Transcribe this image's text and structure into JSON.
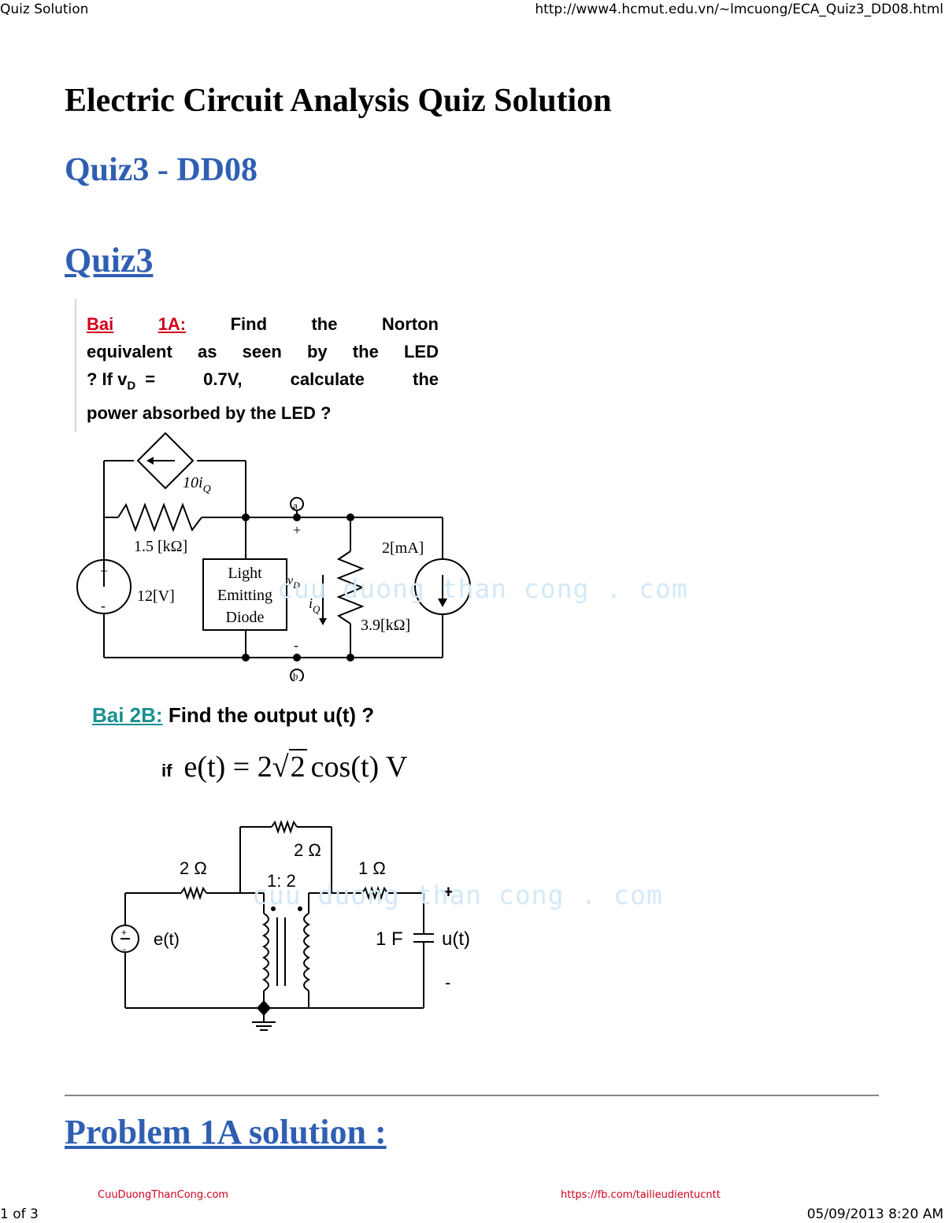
{
  "print_header": {
    "left": "Quiz Solution",
    "right": "http://www4.hcmut.edu.vn/~lmcuong/ECA_Quiz3_DD08.html"
  },
  "page_title": "Electric Circuit Analysis Quiz Solution",
  "subtitle": "Quiz3 - DD08",
  "section_link": "Quiz3",
  "problem1": {
    "label_a": "Bai",
    "label_b": "1A:",
    "line1_words": [
      "Find",
      "the",
      "Norton"
    ],
    "line2": "equivalent as seen by the LED",
    "line3_a": "? If v",
    "line3_sub": "D",
    "line3_b": "= 0.7V, calculate the",
    "line4": "power absorbed by the LED ?"
  },
  "circuit1": {
    "dep_source": "10i",
    "dep_source_sub": "Q",
    "node_a": "a",
    "node_b": "b",
    "plus": "+",
    "minus": "-",
    "r1": "1.5 [kΩ]",
    "v_source": "12[V]",
    "led_line1": "Light",
    "led_line2": "Emitting",
    "led_line3": "Diode",
    "vd": "v",
    "vd_sub": "D",
    "iq": "i",
    "iq_sub": "Q",
    "i_source": "2[mA]",
    "r2": "3.9[kΩ]"
  },
  "problem2": {
    "label": "Bai 2B:",
    "text": "Find the output u(t)  ?",
    "if_word": "if",
    "eq_lhs": "e(t) = 2",
    "eq_root": "2",
    "eq_rhs": "cos(t) V"
  },
  "circuit2": {
    "r_top": "2 Ω",
    "r_left": "2 Ω",
    "ratio": "1: 2",
    "r_right": "1 Ω",
    "source": "e(t)",
    "cap": "1 F",
    "output": "u(t)",
    "plus": "+",
    "minus": "-"
  },
  "watermark": "cuu duong than cong . com",
  "solution_heading": "Problem 1A solution :",
  "footer_links": {
    "left": "CuuDuongThanCong.com",
    "right": "https://fb.com/tailieudientucntt"
  },
  "print_footer": {
    "left": "1 of 3",
    "right": "05/09/2013 8:20 AM"
  },
  "colors": {
    "heading_blue": "#2f5fb3",
    "problem_red": "#d0021b",
    "problem_teal": "#1a8f8f"
  }
}
